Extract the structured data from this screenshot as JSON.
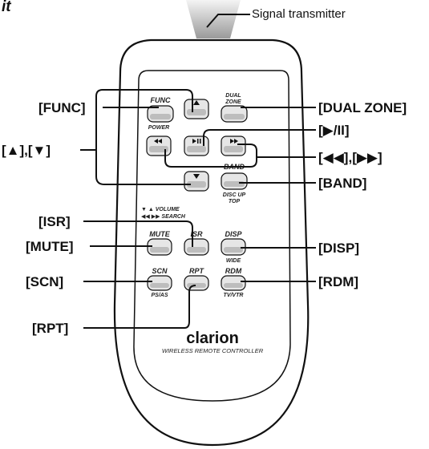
{
  "header": {
    "partial_title": "it"
  },
  "callouts": {
    "signal_transmitter": "Signal transmitter",
    "func": "[FUNC]",
    "up_down": "[▲],[▼]",
    "isr": "[ISR]",
    "mute": "[MUTE]",
    "scn": "[SCN]",
    "rpt": "[RPT]",
    "dual_zone": "[DUAL ZONE]",
    "play_pause": "[▶/II]",
    "rew_ff": "[◀◀],[▶▶]",
    "band": "[BAND]",
    "disp": "[DISP]",
    "rdm": "[RDM]"
  },
  "remote": {
    "buttons": {
      "func": "FUNC",
      "dual_zone_line1": "DUAL",
      "dual_zone_line2": "ZONE",
      "power": "POWER",
      "band": "BAND",
      "band_sub1": "DISC UP",
      "band_sub2": "TOP",
      "mute": "MUTE",
      "isr": "ISR",
      "disp": "DISP",
      "disp_sub": "WIDE",
      "scn": "SCN",
      "scn_sub": "PS/AS",
      "rpt": "RPT",
      "rdm": "RDM",
      "rdm_sub": "TV/VTR"
    },
    "legend_volume": "▼ ▲ VOLUME",
    "legend_search": "◀◀ ▶▶ SEARCH",
    "brand": "clarion",
    "brand_sub": "WIRELESS REMOTE CONTROLLER"
  }
}
